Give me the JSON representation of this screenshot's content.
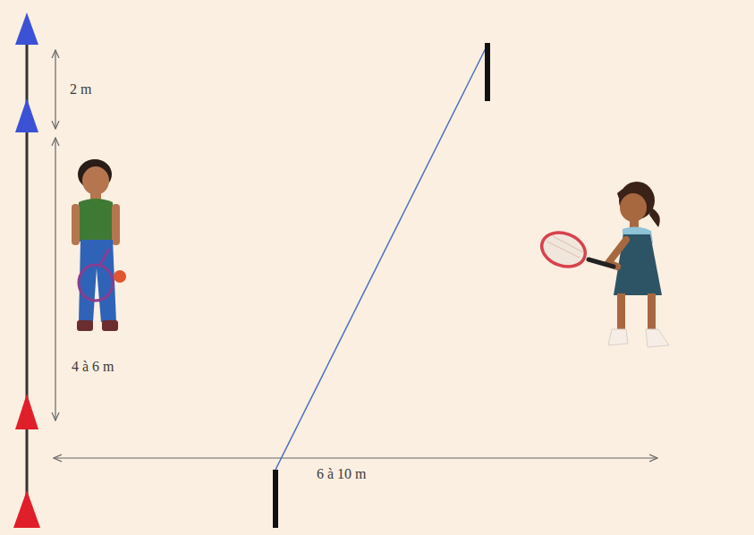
{
  "diagram": {
    "labels": [
      "2 m",
      "4 à 6 m",
      "6 à 10 m"
    ]
  }
}
